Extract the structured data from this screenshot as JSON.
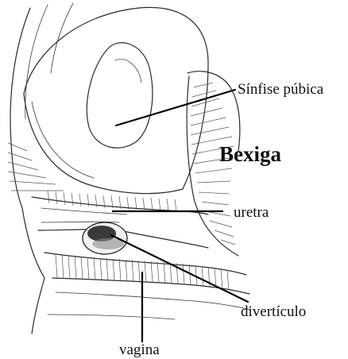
{
  "labels": {
    "sinfise": "Sínfise púbica",
    "bexiga": "Bexiga",
    "uretra": "uretra",
    "diverticulo": "divertículo",
    "vagina": "vagina"
  },
  "colors": {
    "ink": "#2a2a2a",
    "leader": "#000000",
    "background": "#ffffff"
  }
}
